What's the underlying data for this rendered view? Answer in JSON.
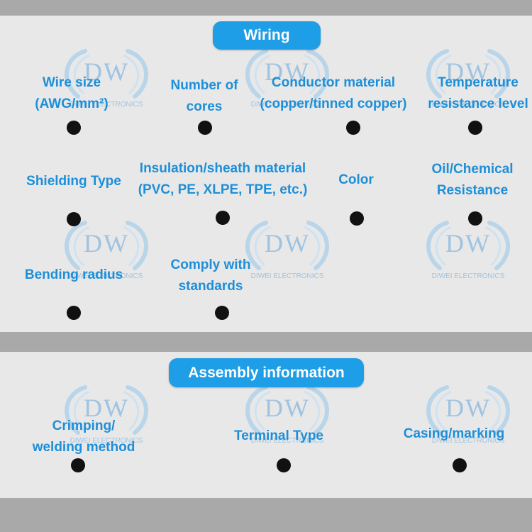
{
  "watermark": {
    "letters": "DW",
    "caption": "DIWEI ELECTRONICS"
  },
  "wiring": {
    "title": "Wiring",
    "items": [
      {
        "lines": [
          "Wire size",
          "(AWG/mm²)"
        ]
      },
      {
        "lines": [
          "Number of",
          "cores"
        ]
      },
      {
        "lines": [
          "Conductor material",
          "(copper/tinned copper)"
        ]
      },
      {
        "lines": [
          "Temperature",
          "resistance level"
        ]
      },
      {
        "lines": [
          "Shielding Type"
        ]
      },
      {
        "lines": [
          "Insulation/sheath material",
          "(PVC, PE, XLPE, TPE, etc.)"
        ]
      },
      {
        "lines": [
          "Color"
        ]
      },
      {
        "lines": [
          "Oil/Chemical",
          "Resistance"
        ]
      },
      {
        "lines": [
          "Bending radius"
        ]
      },
      {
        "lines": [
          "Comply with",
          "standards"
        ]
      }
    ]
  },
  "assembly": {
    "title": "Assembly information",
    "items": [
      {
        "lines": [
          "Crimping/",
          "welding method"
        ]
      },
      {
        "lines": [
          "Terminal Type"
        ]
      },
      {
        "lines": [
          "Casing/marking"
        ]
      }
    ]
  },
  "colors": {
    "accent": "#1e9ee6",
    "label": "#1d8fd8",
    "panel": "#e8e8e8",
    "background": "#a9a9a9",
    "dot": "#111111"
  }
}
